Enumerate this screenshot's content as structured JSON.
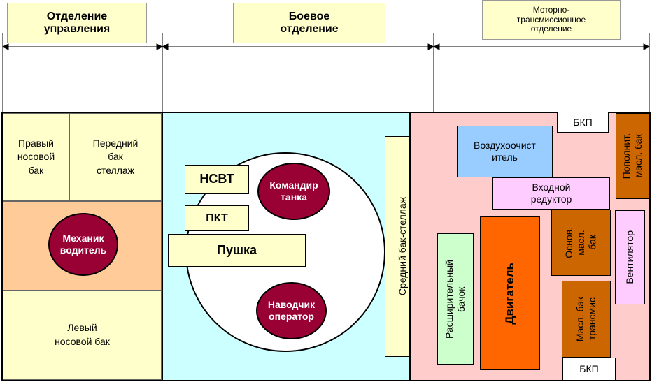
{
  "headers": {
    "control": "Отделение\nуправления",
    "fighting": "Боевое\nотделение",
    "engine": "Моторно-\nтрансмиссионное\nотделение"
  },
  "control": {
    "right_tank": "Правый\nносовой\nбак",
    "front_tank": "Передний\nбак\nстеллаж",
    "driver": "Механик\nводитель",
    "left_tank": "Левый\nносовой бак"
  },
  "fighting": {
    "nsvt": "НСВТ",
    "pkt": "ПКТ",
    "gun": "Пушка",
    "commander": "Командир\nтанка",
    "gunner": "Наводчик\nоператор",
    "mid_tank": "Средний бак-стеллаж"
  },
  "engine": {
    "bkp_top": "БКП",
    "bkp_bottom": "БКП",
    "aux_oil": "Пополнит.\nмасл. бак",
    "air_cleaner": "Воздухоочист\nитель",
    "input_reducer": "Входной\nредуктор",
    "expansion": "Расширительный\nбачок",
    "engine": "Двигатель",
    "main_oil": "Основ.\nмасл.\nбак",
    "fan": "Вентилятор",
    "trans_oil": "Масл. бак\nтрансмис"
  },
  "colors": {
    "control_bg": "#ffffcc",
    "driver_bg": "#ffcc99",
    "fighting_bg": "#ccffff",
    "engine_bg": "#ffcccc",
    "crew": "#990033",
    "air_cleaner": "#99ccff",
    "expansion": "#ccffcc",
    "engine_block": "#ff6600",
    "brown": "#cc6600",
    "pink": "#ffccff"
  }
}
